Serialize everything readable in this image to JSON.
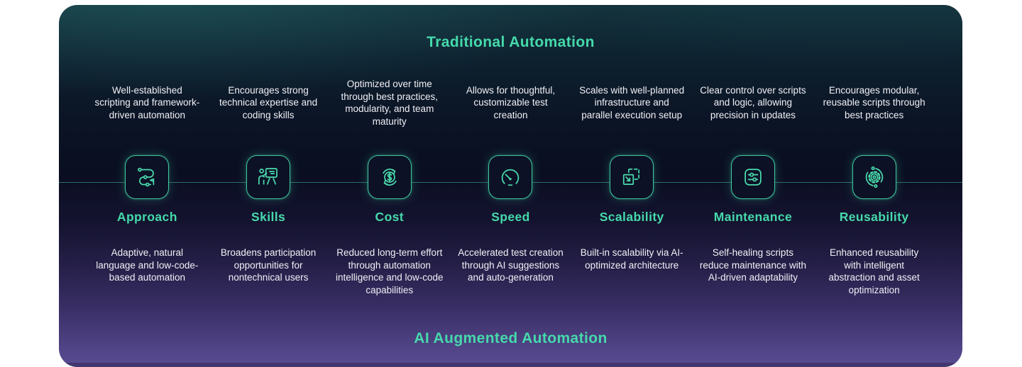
{
  "header": {
    "title": "Traditional Automation"
  },
  "footer": {
    "title": "AI Augmented Automation"
  },
  "colors": {
    "accent": "#45d9ab",
    "icon_stroke": "#4adbac",
    "text_light": "#f1f0f6",
    "connector_line": "#2a6b63",
    "card_top": "#13323c",
    "card_middle": "#0a0e21",
    "card_bottom": "#5a4c92"
  },
  "columns": [
    {
      "label": "Approach",
      "icon": "route-flag-icon",
      "traditional": "Well-established scripting and framework-driven automation",
      "ai_augmented": "Adaptive, natural language and low-code-based automation"
    },
    {
      "label": "Skills",
      "icon": "presenter-board-icon",
      "traditional": "Encourages strong technical expertise and coding skills",
      "ai_augmented": "Broadens participation opportunities for nontechnical users"
    },
    {
      "label": "Cost",
      "icon": "dollar-cycle-icon",
      "traditional": "Optimized over time through best practices, modularity, and team maturity",
      "ai_augmented": "Reduced long-term effort through automation intelligence and low-code capabilities"
    },
    {
      "label": "Speed",
      "icon": "speedometer-icon",
      "traditional": "Allows for thoughtful, customizable test creation",
      "ai_augmented": "Accelerated test creation through AI suggestions and auto-generation"
    },
    {
      "label": "Scalability",
      "icon": "expand-square-icon",
      "traditional": "Scales with well-planned infrastructure and parallel execution setup",
      "ai_augmented": "Built-in scalability via AI-optimized architecture"
    },
    {
      "label": "Maintenance",
      "icon": "sliders-icon",
      "traditional": "Clear control over scripts and logic, allowing precision in updates",
      "ai_augmented": "Self-healing scripts reduce maintenance with AI-driven adaptability"
    },
    {
      "label": "Reusability",
      "icon": "gear-cycle-icon",
      "traditional": "Encourages modular, reusable scripts through best practices",
      "ai_augmented": "Enhanced reusability with intelligent abstraction and asset optimization"
    }
  ]
}
